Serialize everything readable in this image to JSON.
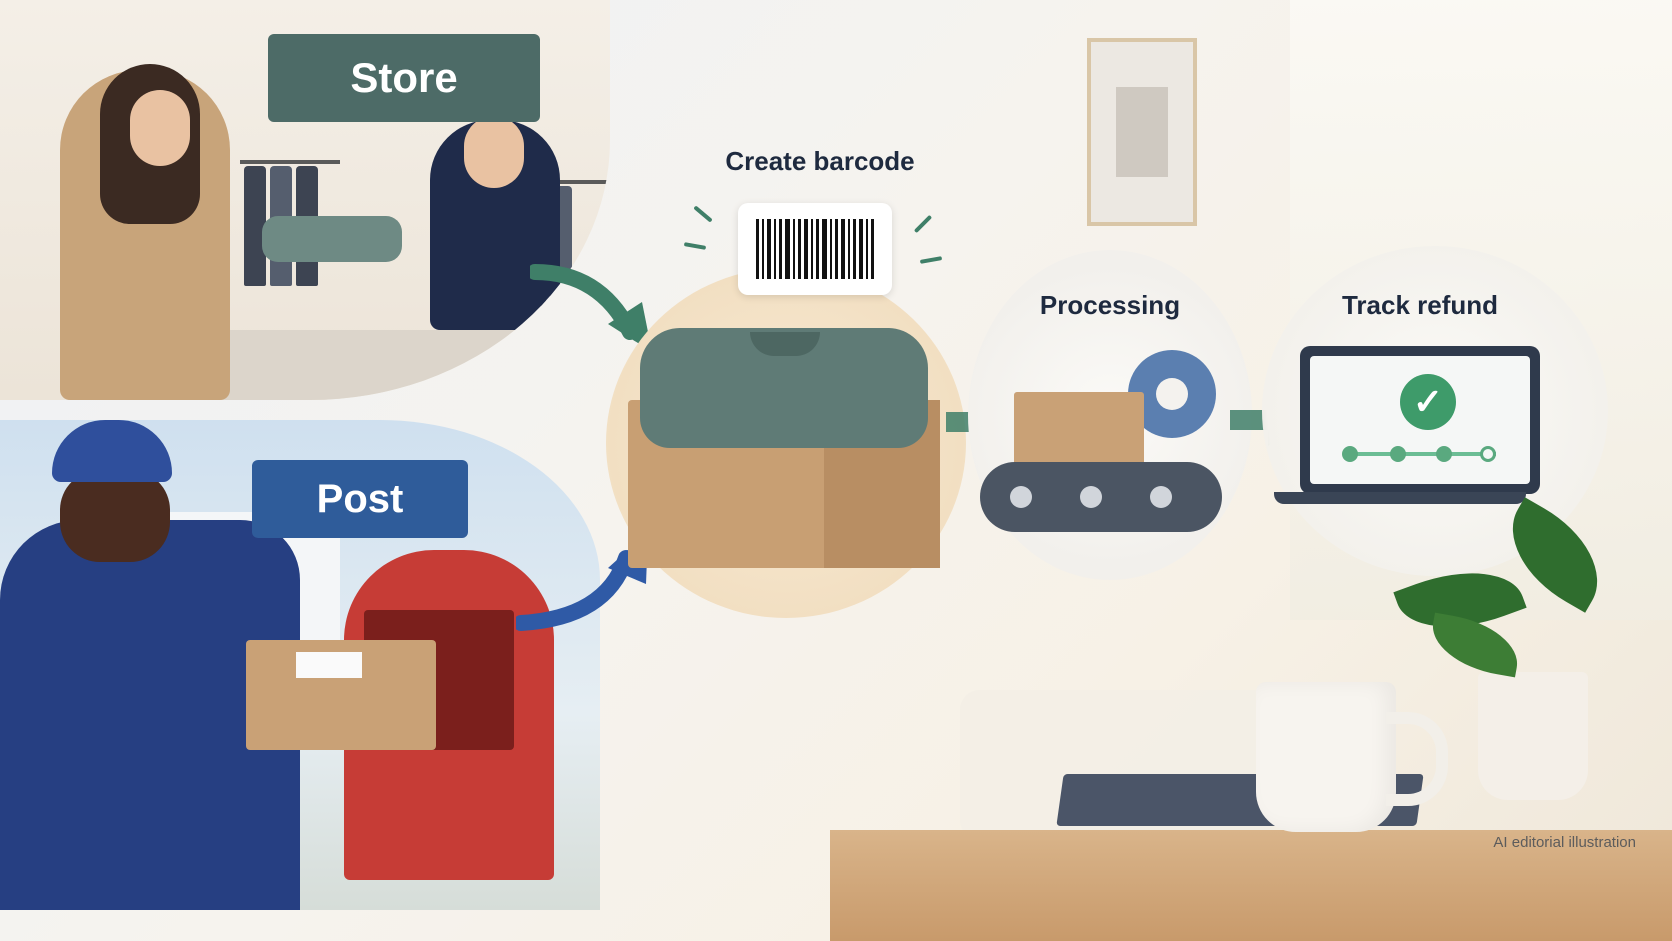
{
  "scene": {
    "store_label": "Store",
    "post_label": "Post"
  },
  "steps": [
    {
      "title": "Create barcode",
      "icon": "barcode-icon"
    },
    {
      "title": "Processing",
      "icon": "gear-icon"
    },
    {
      "title": "Track refund",
      "icon": "laptop-check-icon"
    }
  ],
  "caption": "AI editorial illustration",
  "colors": {
    "store_sign": "#4d6b67",
    "post_sign": "#2f5c9a",
    "accent_green": "#3e9b6a",
    "arrow_green": "#3f7f68",
    "arrow_blue": "#2f5aa6"
  }
}
